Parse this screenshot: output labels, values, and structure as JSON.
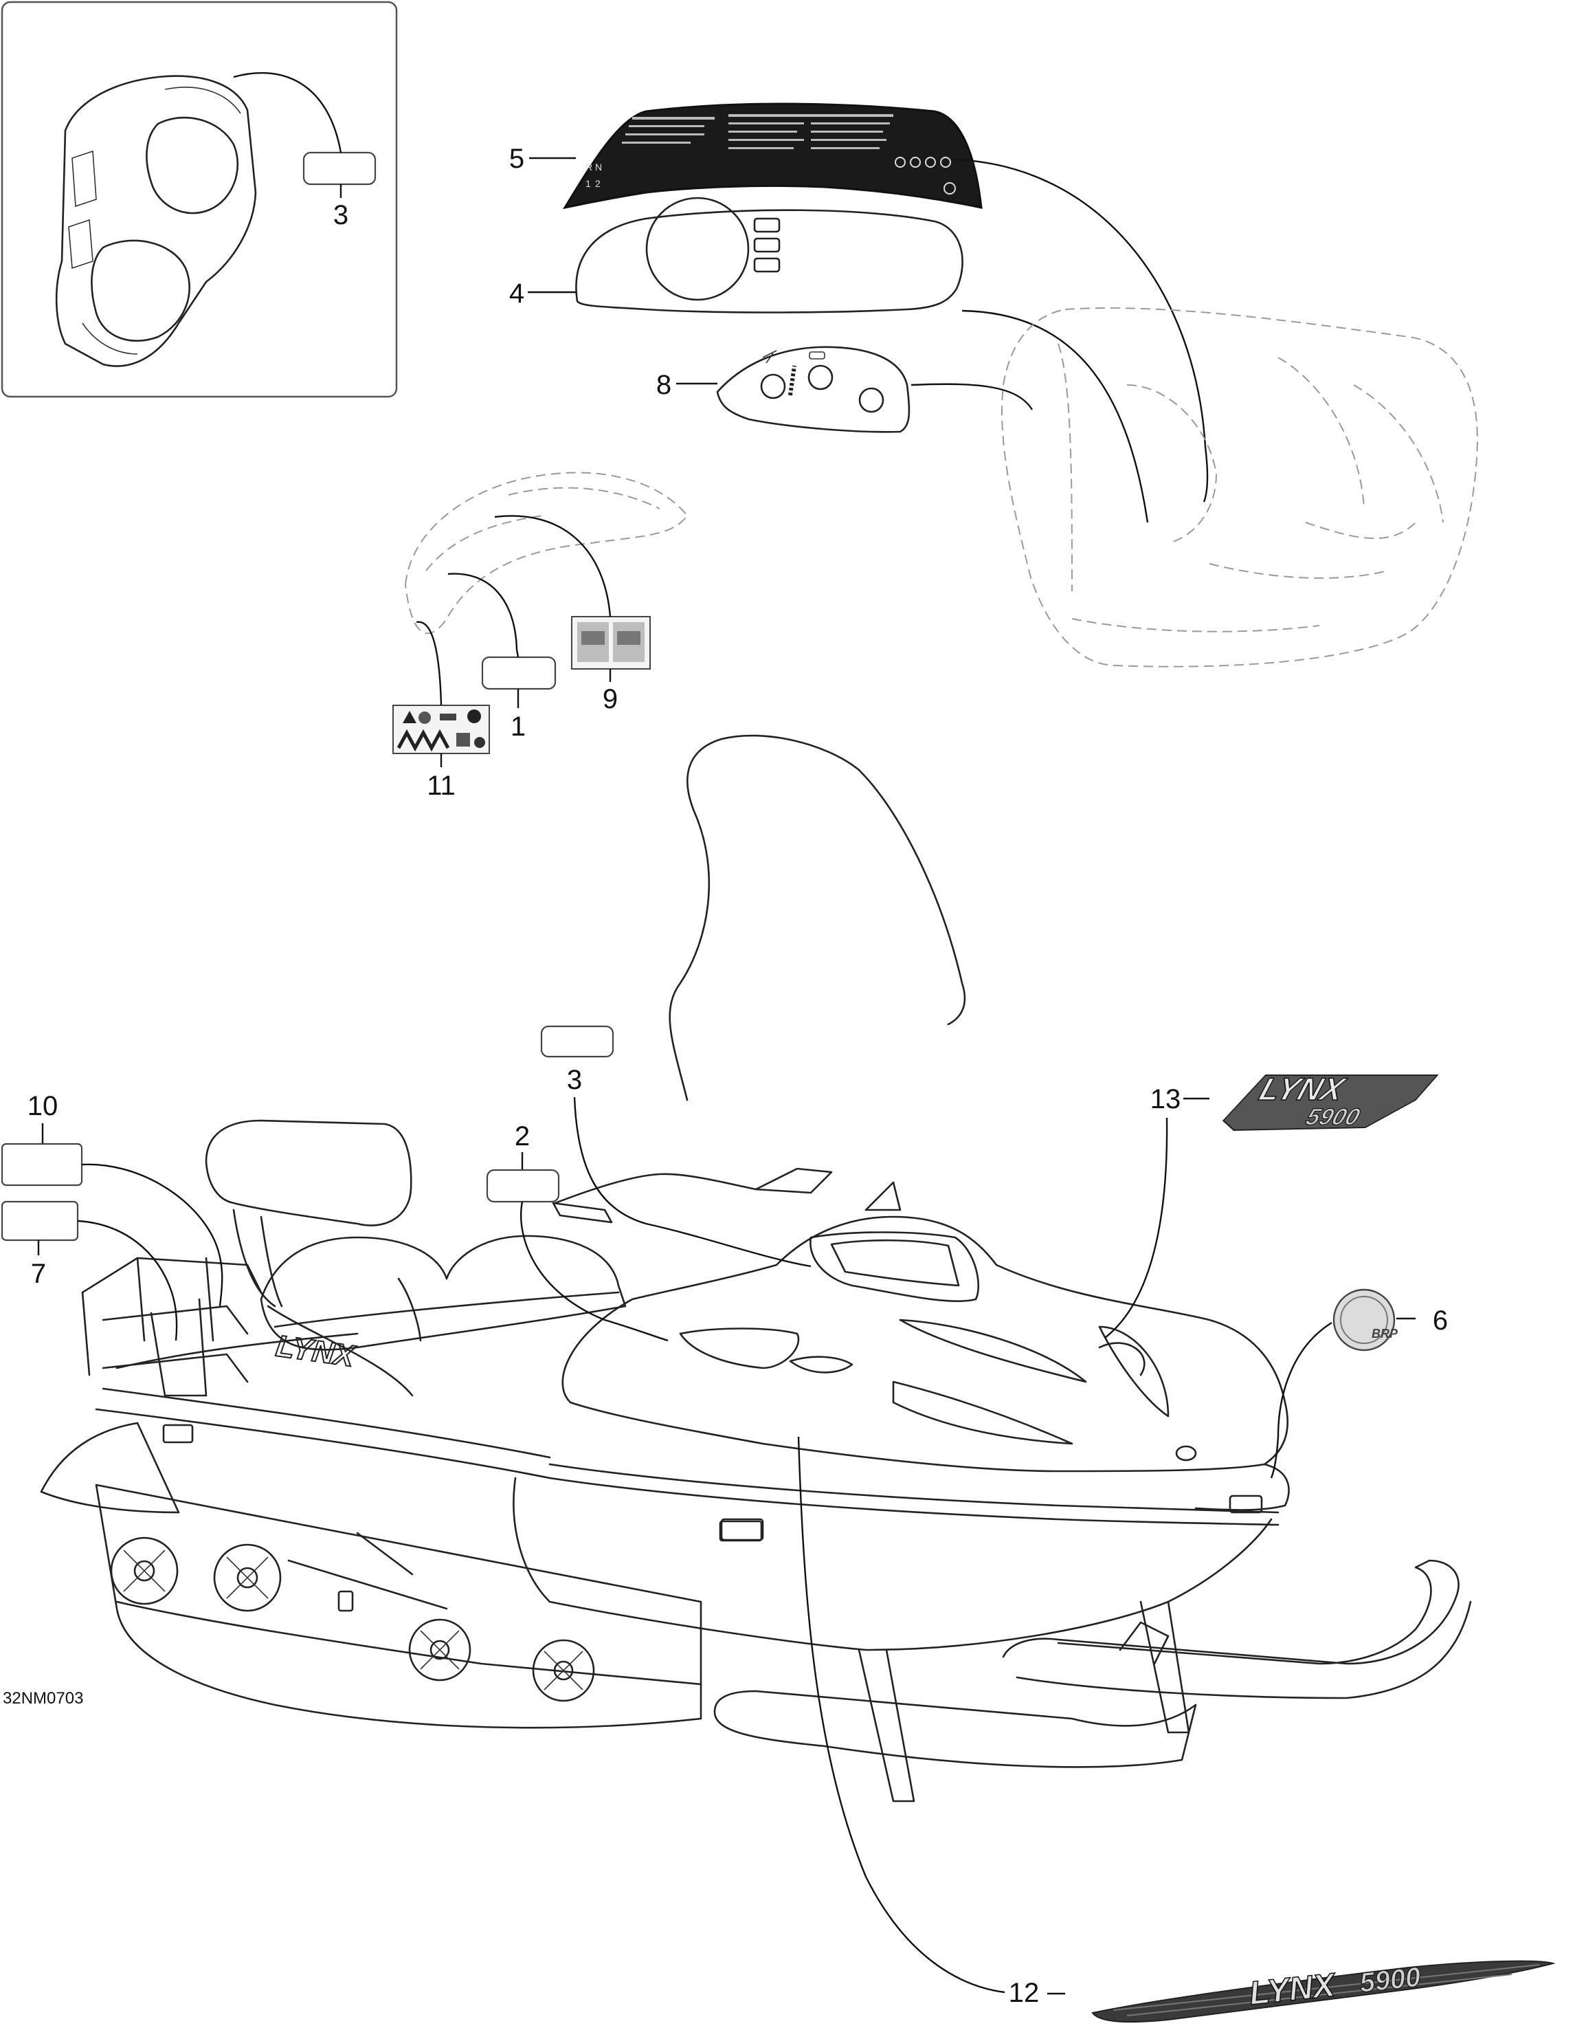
{
  "figure_code": "32NM0703",
  "callouts": {
    "c1": "1",
    "c2": "2",
    "c3_top": "3",
    "c3_main": "3",
    "c4": "4",
    "c5": "5",
    "c6": "6",
    "c7": "7",
    "c8": "8",
    "c9": "9",
    "c10": "10",
    "c11": "11",
    "c12": "12",
    "c13": "13"
  },
  "decal_texts": {
    "gear_r": "R",
    "gear_n": "N",
    "gear_1": "1",
    "gear_2": "2",
    "brp_logo": "BRP",
    "lynx_hood": "LYNX",
    "lynx_decal_13": "LYNX",
    "model_13": "5900",
    "lynx_decal_12": "LYNX",
    "model_12": "5900"
  },
  "colors": {
    "line": "#222222",
    "ghost": "#9a9a9a",
    "decal_dark": "#1a1a1a"
  }
}
